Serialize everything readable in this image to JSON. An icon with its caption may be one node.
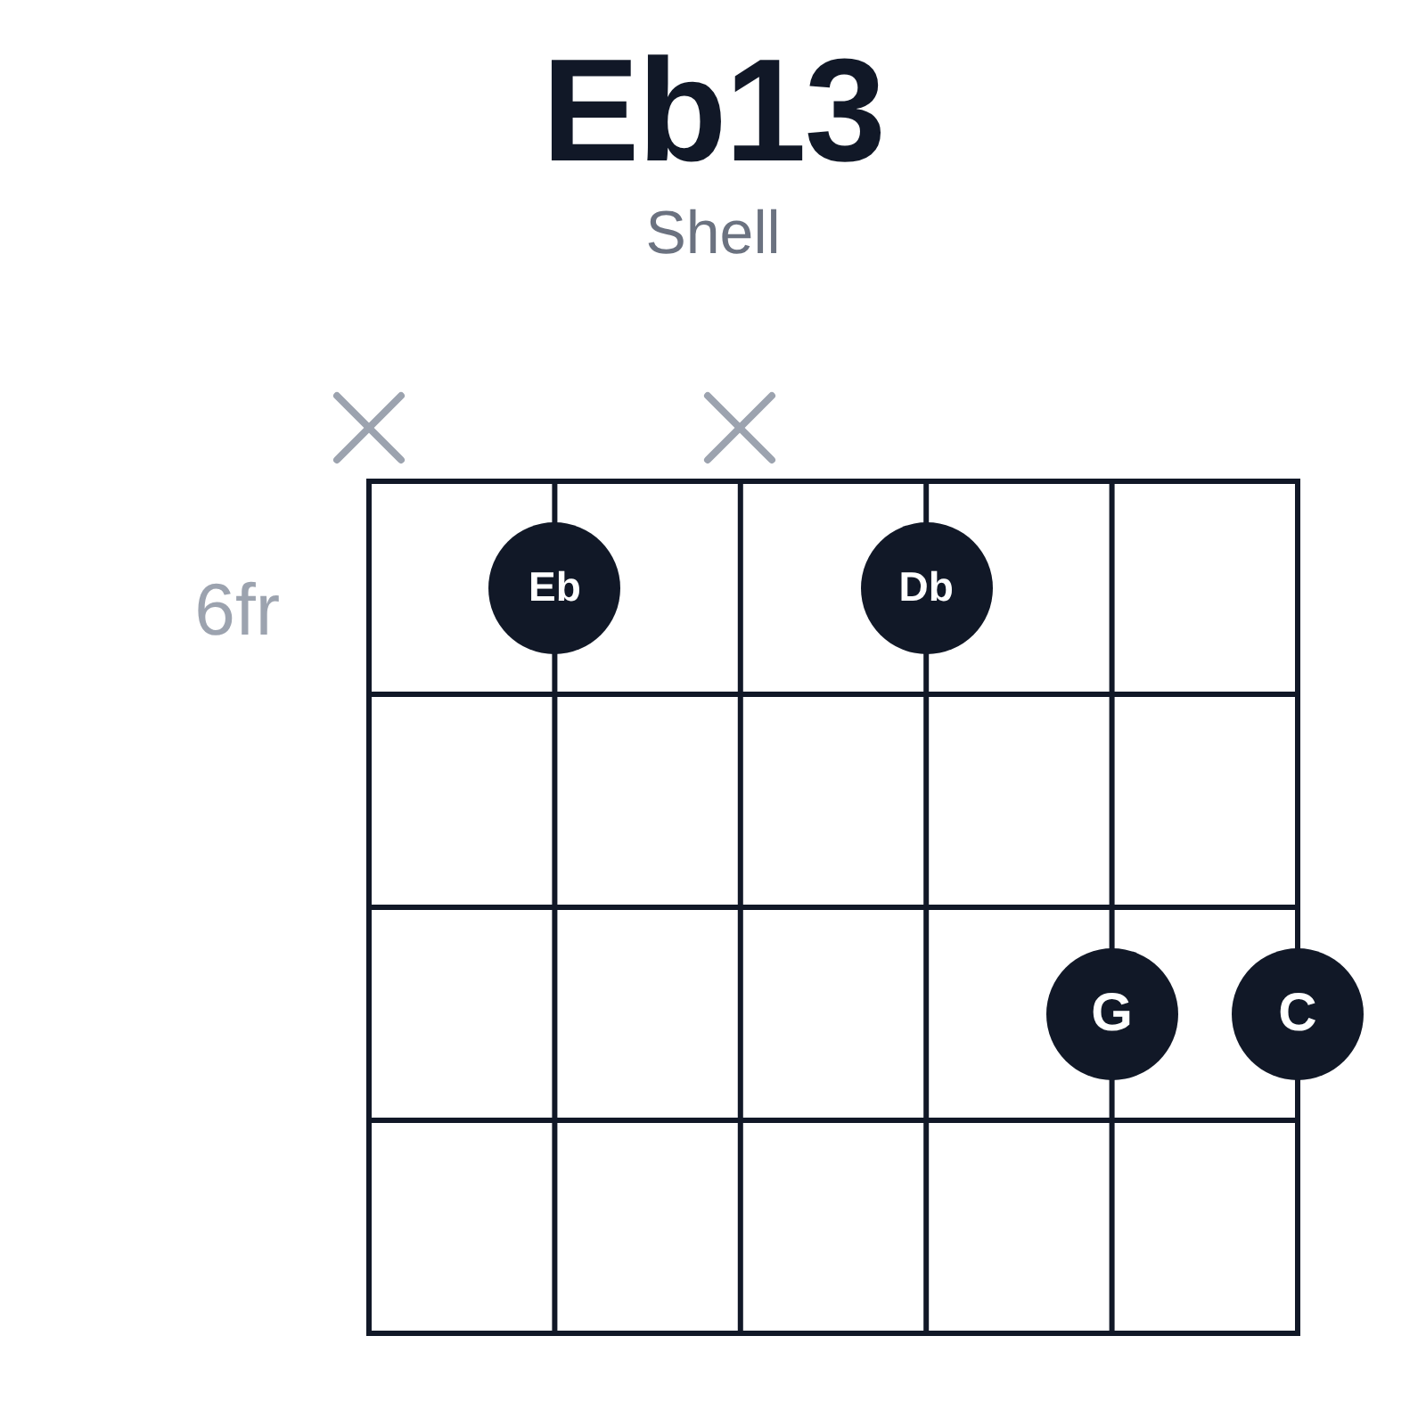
{
  "diagram": {
    "title": "Eb13",
    "nodes": [
      {
        "text": [
          "Eb"
        ]
      },
      {
        "text": [
          "Db"
        ]
      },
      {
        "text": [
          "G"
        ]
      },
      {
        "text": [
          "C"
        ]
      }
    ],
    "labels": [
      "Shell",
      "6fr"
    ]
  }
}
